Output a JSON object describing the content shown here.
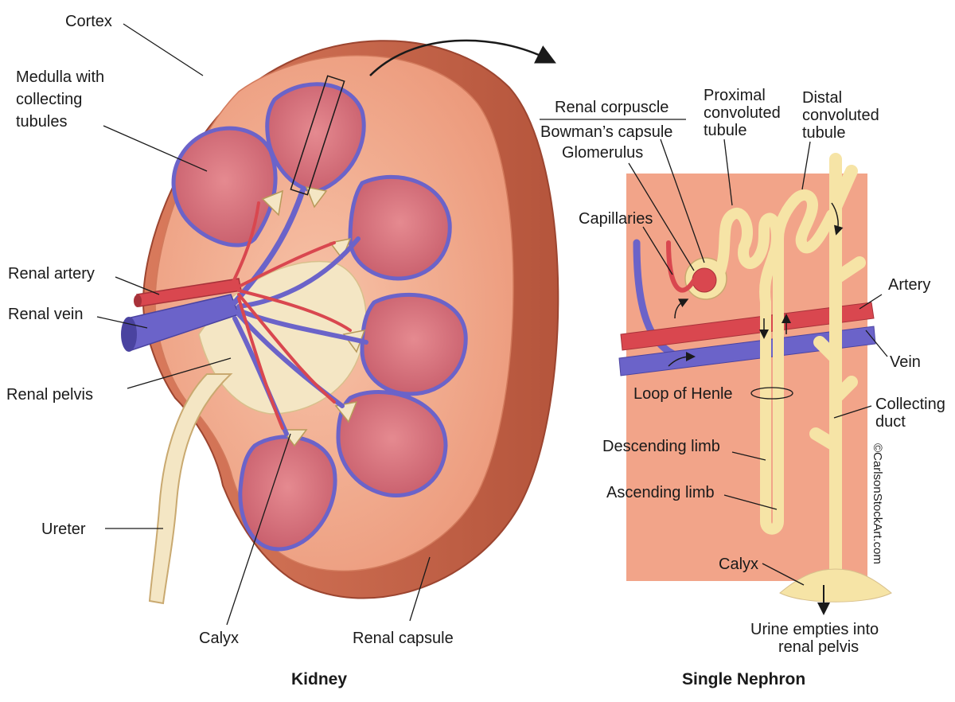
{
  "kidney": {
    "title": "Kidney",
    "labels": {
      "cortex": "Cortex",
      "medulla_1": "Medulla with",
      "medulla_2": "collecting",
      "medulla_3": "tubules",
      "renal_artery": "Renal artery",
      "renal_vein": "Renal vein",
      "renal_pelvis": "Renal pelvis",
      "ureter": "Ureter",
      "calyx": "Calyx",
      "renal_capsule": "Renal capsule"
    }
  },
  "nephron": {
    "title": "Single Nephron",
    "labels": {
      "renal_corpuscle": "Renal corpuscle",
      "bowmans_capsule": "Bowman’s capsule",
      "glomerulus": "Glomerulus",
      "proximal_1": "Proximal",
      "proximal_2": "convoluted",
      "proximal_3": "tubule",
      "distal_1": "Distal",
      "distal_2": "convoluted",
      "distal_3": "tubule",
      "capillaries": "Capillaries",
      "artery": "Artery",
      "vein": "Vein",
      "loop_of_henle": "Loop of Henle",
      "collecting_1": "Collecting",
      "collecting_2": "duct",
      "descending_limb": "Descending limb",
      "ascending_limb": "Ascending limb",
      "calyx": "Calyx",
      "urine_1": "Urine empties into",
      "urine_2": "renal pelvis"
    }
  },
  "copyright": "©CarlsonStockArt.com",
  "colors": {
    "capsule": "#c8654a",
    "cortex": "#f0a98a",
    "pyramid": "#d9707a",
    "vein": "#6b63c9",
    "artery": "#d9474f",
    "tubule": "#f6e4a6",
    "panel": "#f2a489"
  }
}
